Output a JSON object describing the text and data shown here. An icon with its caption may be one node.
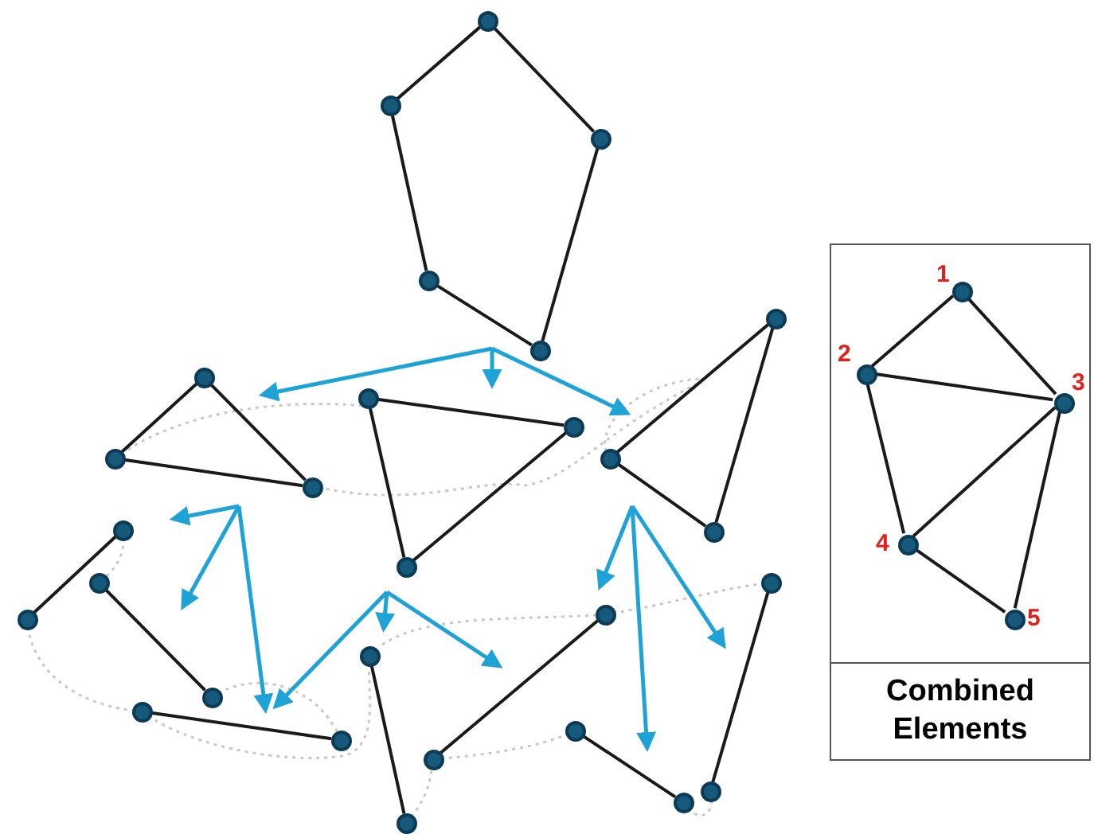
{
  "diagram": {
    "nodes": [
      {
        "text": [],
        "shape": "circle"
      },
      {
        "text": [],
        "shape": "circle"
      },
      {
        "text": [],
        "shape": "circle"
      },
      {
        "text": [],
        "shape": "circle"
      },
      {
        "text": [],
        "shape": "circle"
      },
      {
        "text": [],
        "shape": "circle"
      },
      {
        "text": [],
        "shape": "circle"
      },
      {
        "text": [],
        "shape": "circle"
      },
      {
        "text": [],
        "shape": "circle"
      },
      {
        "text": [],
        "shape": "circle"
      },
      {
        "text": [],
        "shape": "circle"
      },
      {
        "text": [],
        "shape": "circle"
      },
      {
        "text": [],
        "shape": "circle"
      },
      {
        "text": [],
        "shape": "circle"
      },
      {
        "text": [],
        "shape": "circle"
      },
      {
        "text": [],
        "shape": "circle"
      },
      {
        "text": [],
        "shape": "circle"
      },
      {
        "text": [],
        "shape": "circle"
      },
      {
        "text": [],
        "shape": "circle"
      },
      {
        "text": [],
        "shape": "circle"
      },
      {
        "text": [],
        "shape": "circle"
      },
      {
        "text": [],
        "shape": "circle"
      },
      {
        "text": [],
        "shape": "circle"
      },
      {
        "text": [],
        "shape": "circle"
      },
      {
        "text": [],
        "shape": "circle"
      },
      {
        "text": [],
        "shape": "circle"
      },
      {
        "text": [],
        "shape": "circle"
      },
      {
        "text": [],
        "shape": "circle"
      },
      {
        "text": [
          "Combined Elements"
        ]
      },
      {
        "text": [],
        "shape": "circle",
        "in": 28,
        "beside": [
          "1"
        ]
      },
      {
        "text": [],
        "shape": "circle",
        "in": 28,
        "beside": [
          "2"
        ]
      },
      {
        "text": [],
        "shape": "circle",
        "in": 28,
        "beside": [
          "3"
        ]
      },
      {
        "text": [],
        "shape": "circle",
        "in": 28,
        "beside": [
          "4"
        ]
      },
      {
        "text": [],
        "shape": "circle",
        "in": 28,
        "beside": [
          "5"
        ]
      }
    ],
    "edges": [
      {
        "from": 0,
        "to": 1,
        "arrow": "none"
      },
      {
        "from": 0,
        "to": 2,
        "arrow": "none"
      },
      {
        "from": 1,
        "to": 3,
        "arrow": "none"
      },
      {
        "from": 3,
        "to": 4,
        "arrow": "none"
      },
      {
        "from": 2,
        "to": 4,
        "arrow": "none"
      },
      {
        "from": 5,
        "to": 6,
        "arrow": "none"
      },
      {
        "from": 6,
        "to": 7,
        "arrow": "none"
      },
      {
        "from": 5,
        "to": 7,
        "arrow": "none"
      },
      {
        "from": 8,
        "to": 9,
        "arrow": "none"
      },
      {
        "from": 9,
        "to": 10,
        "arrow": "none"
      },
      {
        "from": 8,
        "to": 10,
        "arrow": "none"
      },
      {
        "from": 11,
        "to": 12,
        "arrow": "none"
      },
      {
        "from": 12,
        "to": 13,
        "arrow": "none"
      },
      {
        "from": 11,
        "to": 13,
        "arrow": "none"
      },
      {
        "from": 14,
        "to": 15,
        "arrow": "none"
      },
      {
        "from": 16,
        "to": 17,
        "arrow": "none"
      },
      {
        "from": 18,
        "to": 19,
        "arrow": "none"
      },
      {
        "from": 20,
        "to": 21,
        "arrow": "none"
      },
      {
        "from": 22,
        "to": 23,
        "arrow": "none"
      },
      {
        "from": 24,
        "to": 25,
        "arrow": "none"
      },
      {
        "from": 26,
        "to": 27,
        "arrow": "none"
      },
      {
        "from": 29,
        "to": 30,
        "arrow": "none"
      },
      {
        "from": 29,
        "to": 31,
        "arrow": "none"
      },
      {
        "from": 30,
        "to": 31,
        "arrow": "none"
      },
      {
        "from": 30,
        "to": 32,
        "arrow": "none"
      },
      {
        "from": 31,
        "to": 32,
        "arrow": "none"
      },
      {
        "from": 31,
        "to": 33,
        "arrow": "none"
      },
      {
        "from": 32,
        "to": 33,
        "arrow": "none"
      }
    ]
  }
}
